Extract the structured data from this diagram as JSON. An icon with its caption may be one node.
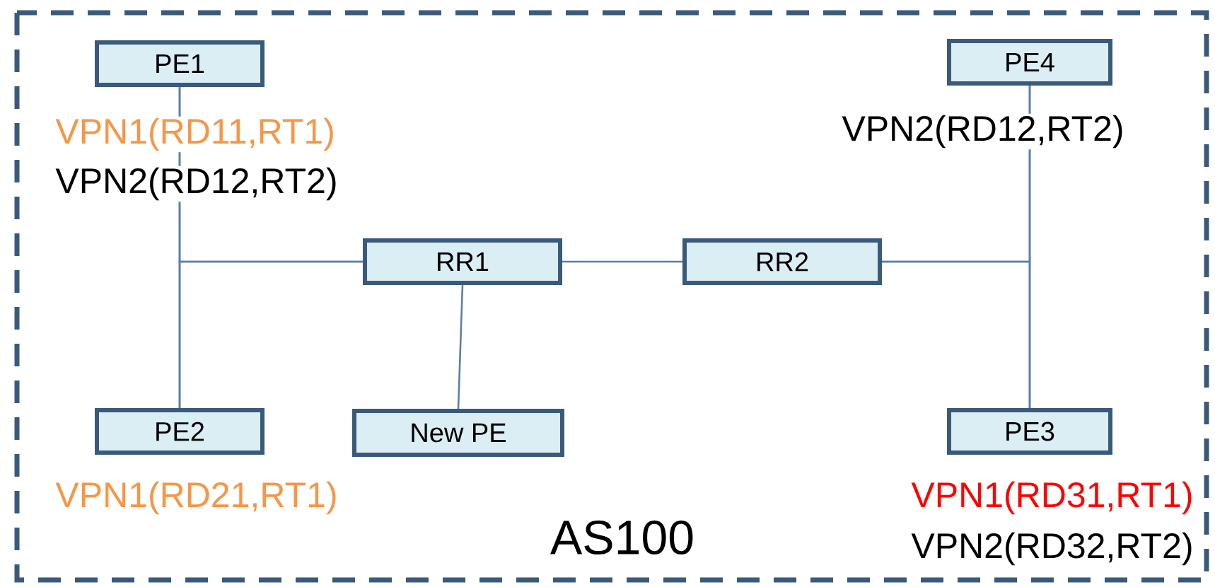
{
  "diagram": {
    "nodes": [
      {
        "text": [
          "PE1"
        ],
        "beside": [
          "VPN1(RD11,RT1)",
          "VPN2(RD12,RT2)"
        ]
      },
      {
        "text": [
          "PE4"
        ],
        "beside": [
          "VPN2(RD12,RT2)"
        ]
      },
      {
        "text": [
          "RR1"
        ]
      },
      {
        "text": [
          "RR2"
        ]
      },
      {
        "text": [
          "PE2"
        ],
        "beside": [
          "VPN1(RD21,RT1)"
        ]
      },
      {
        "text": [
          "New PE"
        ]
      },
      {
        "text": [
          "PE3"
        ],
        "beside": [
          "VPN1(RD31,RT1)",
          "VPN2(RD32,RT2)"
        ]
      }
    ],
    "edges": [
      {
        "from": 0,
        "to": 4,
        "arrow": "none"
      },
      {
        "from": 2,
        "to": 0,
        "arrow": "none"
      },
      {
        "from": 2,
        "to": 4,
        "arrow": "none"
      },
      {
        "from": 2,
        "to": 3,
        "arrow": "none"
      },
      {
        "from": 2,
        "to": 5,
        "arrow": "none"
      },
      {
        "from": 1,
        "to": 6,
        "arrow": "none"
      },
      {
        "from": 3,
        "to": 1,
        "arrow": "none"
      },
      {
        "from": 3,
        "to": 6,
        "arrow": "none"
      }
    ],
    "labels": [
      "AS100"
    ]
  }
}
